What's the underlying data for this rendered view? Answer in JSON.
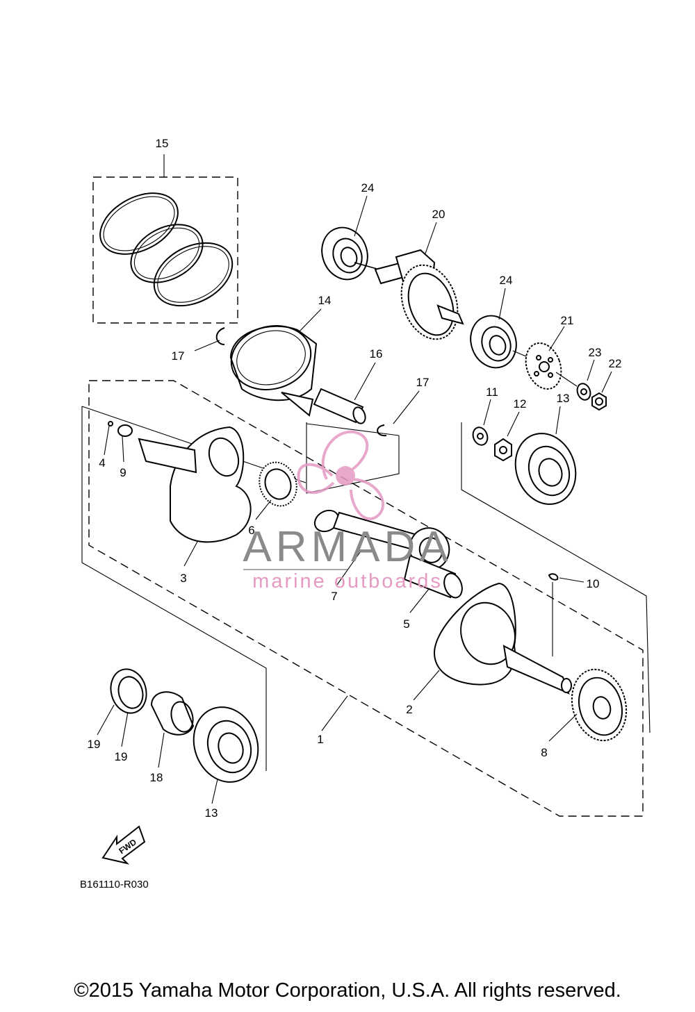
{
  "diagram": {
    "drawing_code": "B161110-R030",
    "copyright": "©2015 Yamaha Motor Corporation, U.S.A. All rights reserved.",
    "fwd_label": "FWD",
    "watermark": {
      "name": "ARMADA",
      "tagline": "marine outboards",
      "accent_color": "#e59ac4",
      "text_color": "#8a8a8a"
    },
    "callouts": [
      "15",
      "24",
      "20",
      "24",
      "14",
      "21",
      "23",
      "22",
      "17",
      "16",
      "17",
      "11",
      "12",
      "13",
      "4",
      "9",
      "6",
      "3",
      "7",
      "10",
      "5",
      "2",
      "1",
      "8",
      "19",
      "19",
      "18",
      "13"
    ]
  }
}
